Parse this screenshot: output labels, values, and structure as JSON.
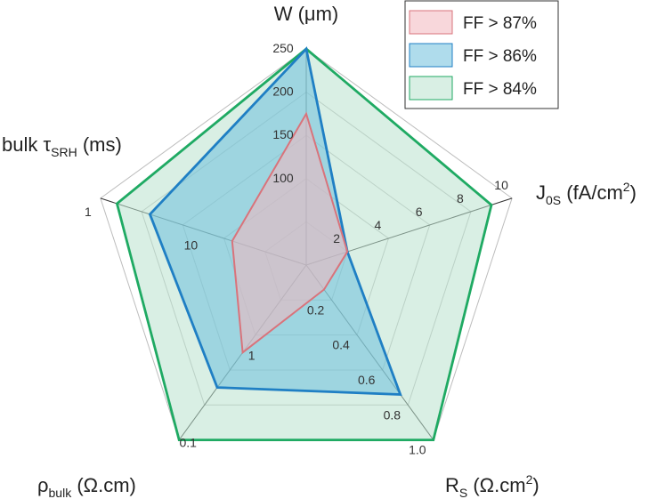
{
  "chart_data": {
    "type": "radar",
    "axes": [
      {
        "id": "w",
        "label_main": "W (",
        "label_mu": "μ",
        "label_tail": "m)",
        "ticks": [
          "100",
          "150",
          "200",
          "250"
        ],
        "tick_fracs": [
          0.4,
          0.6,
          0.8,
          1.0
        ]
      },
      {
        "id": "j0s",
        "label_main": "J",
        "label_sub": "0S",
        "label_tail": " (fA/cm",
        "label_sup": "2",
        "label_end": ")",
        "ticks": [
          "2",
          "4",
          "6",
          "8",
          "10"
        ],
        "tick_fracs": [
          0.2,
          0.4,
          0.6,
          0.8,
          1.0
        ]
      },
      {
        "id": "rs",
        "label_main": "R",
        "label_sub": "S",
        "label_tail": " (Ω.cm",
        "label_sup": "2",
        "label_end": ")",
        "ticks": [
          "0.2",
          "0.4",
          "0.6",
          "0.8",
          "1.0"
        ],
        "tick_fracs": [
          0.2,
          0.4,
          0.6,
          0.8,
          1.0
        ]
      },
      {
        "id": "rho",
        "label_main": "ρ",
        "label_sub": "bulk",
        "label_tail": " (Ω.cm)",
        "ticks": [
          "1",
          "0.1"
        ],
        "tick_fracs": [
          0.5,
          1.0
        ]
      },
      {
        "id": "tau",
        "label_main": "bulk τ",
        "label_sub": "SRH",
        "label_tail": " (ms)",
        "ticks": [
          "10",
          "1"
        ],
        "tick_fracs": [
          0.5,
          1.0
        ]
      }
    ],
    "series": [
      {
        "name": "FF > 87%",
        "stroke": "#d9737b",
        "fill": "#f3b7bd",
        "values": [
          0.7,
          0.2,
          0.14,
          0.5,
          0.36
        ]
      },
      {
        "name": "FF > 86%",
        "stroke": "#1f7fc4",
        "fill": "#6ec0dc",
        "values": [
          1.0,
          0.2,
          0.74,
          0.7,
          0.76
        ]
      },
      {
        "name": "FF > 84%",
        "stroke": "#1faa63",
        "fill": "#b9e2cd",
        "values": [
          1.0,
          0.9,
          1.0,
          1.0,
          0.92
        ]
      }
    ],
    "grid": true,
    "legend_position": "top-right"
  }
}
